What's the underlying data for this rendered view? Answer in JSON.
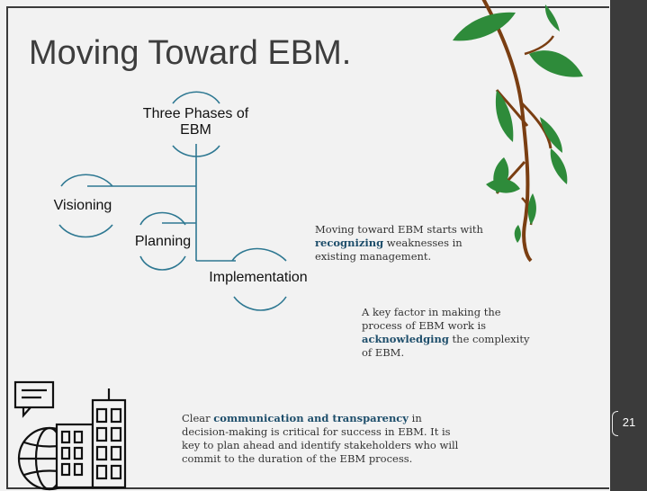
{
  "slide": {
    "title": "Moving Toward EBM.",
    "page_number": "21"
  },
  "diagram": {
    "root": {
      "line1": "Three Phases of",
      "line2": "EBM"
    },
    "children": [
      "Visioning",
      "Planning",
      "Implementation"
    ]
  },
  "texts": {
    "p1": {
      "before": "Moving toward EBM starts with ",
      "bold": "recognizing",
      "after": " weaknesses in existing management."
    },
    "p2": {
      "before": "A key factor in making the process of EBM work is ",
      "bold": "acknowledging",
      "after": " the complexity of EBM."
    },
    "p3": {
      "before": "Clear ",
      "bold": "communication and transparency",
      "after": " in decision-making is critical for success in EBM. It is key to plan ahead and identify stakeholders who will commit to the duration of the EBM process."
    }
  },
  "colors": {
    "accent": "#2e7892",
    "leaf": "#2e8b3a",
    "branch": "#7a3e12"
  },
  "icons": [
    "vine-branch-icon",
    "city-building-icon",
    "globe-icon",
    "chat-bubble-icon"
  ]
}
